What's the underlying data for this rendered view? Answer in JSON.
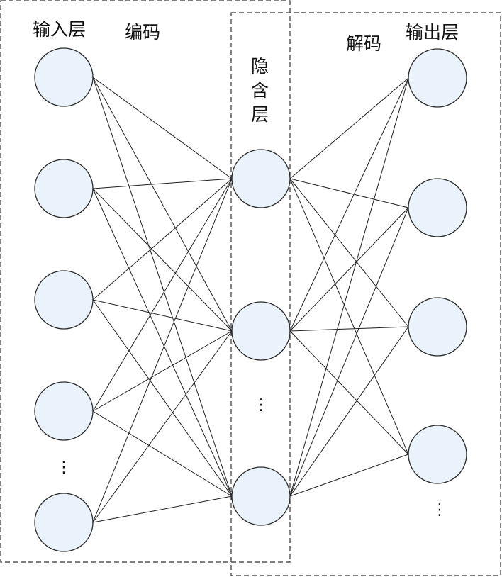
{
  "labels": {
    "input_layer": "输入层",
    "encode": "编码",
    "hidden_layer_1": "隐",
    "hidden_layer_2": "含",
    "hidden_layer_3": "层",
    "decode": "解码",
    "output_layer": "输出层"
  },
  "ellipsis": "⋮",
  "layers": {
    "input": 5,
    "hidden": 3,
    "output": 4
  },
  "colors": {
    "node_fill": "#eaf3fc",
    "stroke": "#1f1f1f"
  }
}
